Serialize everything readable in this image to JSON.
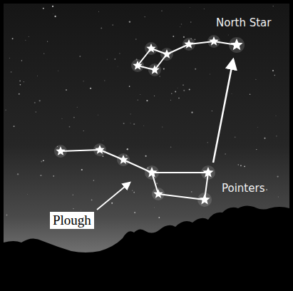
{
  "diagram": {
    "labels": [
      "North Star",
      "Pointers",
      "Plough"
    ]
  }
}
